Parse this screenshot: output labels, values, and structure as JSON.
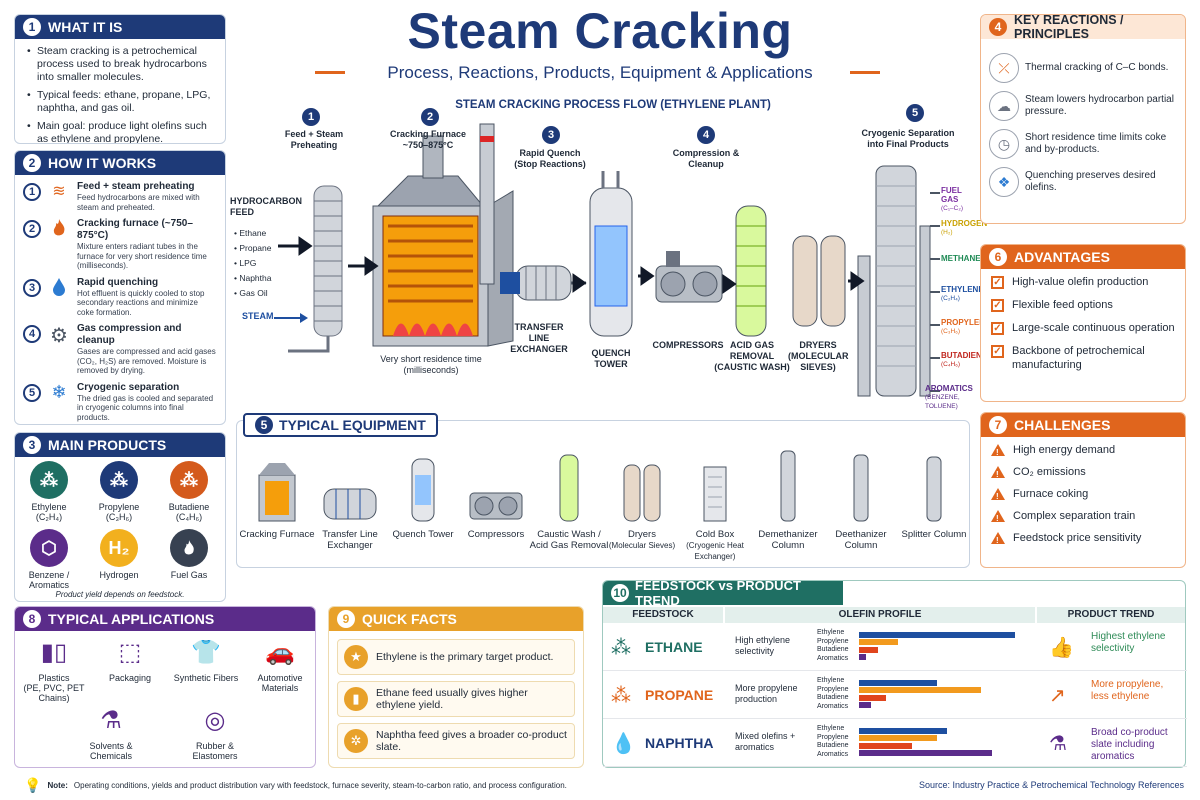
{
  "title": "Steam Cracking",
  "subtitle": "Process, Reactions, Products, Equipment & Applications",
  "colors": {
    "navy": "#1e3a78",
    "orange": "#e0651d",
    "purple": "#5b2c8a",
    "gold": "#e8a12a",
    "green": "#2e8b57"
  },
  "what": {
    "num": "1",
    "title": "WHAT IT IS",
    "bullets": [
      "Steam cracking is a petrochemical process used to break hydrocarbons into smaller molecules.",
      "Typical feeds: ethane, propane, LPG, naphtha, and gas oil.",
      "Main goal: produce light olefins such as ethylene and propylene."
    ]
  },
  "how": {
    "num": "2",
    "title": "HOW IT WORKS",
    "steps": [
      {
        "n": "1",
        "icon": "steam-icon",
        "title": "Feed + steam preheating",
        "text": "Feed hydrocarbons are mixed with steam and preheated."
      },
      {
        "n": "2",
        "icon": "flame-icon",
        "title": "Cracking furnace (~750–875°C)",
        "text": "Mixture enters radiant tubes in the furnace for very short residence time (milliseconds)."
      },
      {
        "n": "3",
        "icon": "droplet-icon",
        "title": "Rapid quenching",
        "text": "Hot effluent is quickly cooled to stop secondary reactions and minimize coke formation."
      },
      {
        "n": "4",
        "icon": "gear-icon",
        "title": "Gas compression and cleanup",
        "text": "Gases are compressed and acid gases (CO₂, H₂S) are removed. Moisture is removed by drying."
      },
      {
        "n": "5",
        "icon": "snowflake-icon",
        "title": "Cryogenic separation",
        "text": "The dried gas is cooled and separated in cryogenic columns into final products."
      }
    ]
  },
  "products": {
    "num": "3",
    "title": "MAIN PRODUCTS",
    "items": [
      {
        "label": "Ethylene",
        "formula": "(C₂H₄)",
        "color": "#1f6f63",
        "icon": "molecule-icon"
      },
      {
        "label": "Propylene",
        "formula": "(C₃H₆)",
        "color": "#1e3a78",
        "icon": "molecule-icon"
      },
      {
        "label": "Butadiene",
        "formula": "(C₄H₆)",
        "color": "#d45a1c",
        "icon": "molecule-icon"
      },
      {
        "label": "Benzene /",
        "formula": "Aromatics",
        "color": "#5b2c8a",
        "icon": "hexagon-icon"
      },
      {
        "label": "Hydrogen",
        "formula": "",
        "color": "#f2b01e",
        "glyph": "H₂",
        "icon": "h2-icon"
      },
      {
        "label": "Fuel Gas",
        "formula": "",
        "color": "#374151",
        "icon": "flame-icon"
      }
    ],
    "note": "Product yield depends on feedstock."
  },
  "flow": {
    "title": "STEAM CRACKING PROCESS FLOW (ETHYLENE PLANT)",
    "feed_title": "HYDROCARBON FEED",
    "feeds": [
      "• Ethane",
      "• Propane",
      "• LPG",
      "• Naphtha",
      "• Gas Oil"
    ],
    "steam": "STEAM",
    "s1": "Feed + Steam Preheating",
    "s2": "Cracking Furnace ~750–875°C",
    "s3": "Rapid Quench (Stop Reactions)",
    "s4": "Compression & Cleanup",
    "s5": "Cryogenic Separation into Final Products",
    "n1": "1",
    "n2": "2",
    "n3": "3",
    "n4": "4",
    "n5": "5",
    "residence": "Very short residence time (milliseconds)",
    "tle": "TRANSFER LINE EXCHANGER",
    "quench": "QUENCH TOWER",
    "comp": "COMPRESSORS",
    "acid": "ACID GAS REMOVAL (CAUSTIC WASH)",
    "dryers": "DRYERS (MOLECULAR SIEVES)",
    "outputs": [
      {
        "name": "FUEL GAS",
        "f": "(C₁–C₂)",
        "color": "#7a2ea0"
      },
      {
        "name": "HYDROGEN",
        "f": "(H₂)",
        "color": "#c9a100"
      },
      {
        "name": "METHANE",
        "f": "",
        "color": "#1f8a55"
      },
      {
        "name": "ETHYLENE",
        "f": "(C₂H₄)",
        "color": "#1e4fa0"
      },
      {
        "name": "PROPYLENE",
        "f": "(C₃H₆)",
        "color": "#e0651d"
      },
      {
        "name": "BUTADIENE",
        "f": "(C₄H₆)",
        "color": "#c0261e"
      },
      {
        "name": "AROMATICS",
        "f": "(BENZENE, TOLUENE)",
        "color": "#5b2c8a"
      }
    ]
  },
  "reactions": {
    "num": "4",
    "title": "KEY REACTIONS / PRINCIPLES",
    "items": [
      {
        "icon": "bond-break-icon",
        "text": "Thermal cracking of C–C bonds."
      },
      {
        "icon": "steam-cloud-icon",
        "text": "Steam lowers hydrocarbon partial pressure."
      },
      {
        "icon": "clock-icon",
        "text": "Short residence time limits coke and by-products."
      },
      {
        "icon": "quench-icon",
        "text": "Quenching preserves desired olefins."
      }
    ]
  },
  "advantages": {
    "num": "6",
    "title": "ADVANTAGES",
    "items": [
      "High-value olefin production",
      "Flexible feed options",
      "Large-scale continuous operation",
      "Backbone of petrochemical manufacturing"
    ]
  },
  "challenges": {
    "num": "7",
    "title": "CHALLENGES",
    "items": [
      "High energy demand",
      "CO₂ emissions",
      "Furnace coking",
      "Complex separation train",
      "Feedstock price sensitivity"
    ]
  },
  "equipment": {
    "num": "5",
    "title": "TYPICAL EQUIPMENT",
    "items": [
      {
        "name": "Cracking Furnace",
        "sub": ""
      },
      {
        "name": "Transfer Line Exchanger",
        "sub": ""
      },
      {
        "name": "Quench Tower",
        "sub": ""
      },
      {
        "name": "Compressors",
        "sub": ""
      },
      {
        "name": "Caustic Wash / Acid Gas Removal",
        "sub": ""
      },
      {
        "name": "Dryers",
        "sub": "(Molecular Sieves)"
      },
      {
        "name": "Cold Box",
        "sub": "(Cryogenic Heat Exchanger)"
      },
      {
        "name": "Demethanizer Column",
        "sub": ""
      },
      {
        "name": "Deethanizer Column",
        "sub": ""
      },
      {
        "name": "Splitter Column",
        "sub": ""
      }
    ]
  },
  "applications": {
    "num": "8",
    "title": "TYPICAL APPLICATIONS",
    "items": [
      {
        "name": "Plastics",
        "sub": "(PE, PVC, PET Chains)",
        "icon": "bottles-icon"
      },
      {
        "name": "Packaging",
        "sub": "",
        "icon": "box-icon"
      },
      {
        "name": "Synthetic Fibers",
        "sub": "",
        "icon": "shirt-icon"
      },
      {
        "name": "Automotive Materials",
        "sub": "",
        "icon": "car-icon"
      },
      {
        "name": "Solvents & Chemicals",
        "sub": "",
        "icon": "flask-icon"
      },
      {
        "name": "Rubber & Elastomers",
        "sub": "",
        "icon": "tire-icon"
      }
    ]
  },
  "quickfacts": {
    "num": "9",
    "title": "QUICK FACTS",
    "items": [
      {
        "icon": "star-icon",
        "text": "Ethylene is the primary target product."
      },
      {
        "icon": "bar-chart-icon",
        "text": "Ethane feed usually gives higher ethylene yield."
      },
      {
        "icon": "network-icon",
        "text": "Naphtha feed gives a broader co-product slate."
      }
    ]
  },
  "trend": {
    "num": "10",
    "title": "FEEDSTOCK vs PRODUCT TREND",
    "col1": "FEEDSTOCK",
    "col2": "OLEFIN PROFILE",
    "col3": "PRODUCT TREND",
    "bar_labels": [
      "Ethylene",
      "Propylene",
      "Butadiene",
      "Aromatics"
    ],
    "bar_colors": [
      "#1e4fa0",
      "#f29a1e",
      "#e0451d",
      "#5b2c8a"
    ],
    "rows": [
      {
        "feed": "ETHANE",
        "color": "#1f6f63",
        "desc": "High ethylene selectivity",
        "values": [
          0.92,
          0.23,
          0.11,
          0.04
        ],
        "trend": "Highest ethylene selectivity",
        "trend_color": "#2e8b57",
        "icon": "thumbs-up-icon"
      },
      {
        "feed": "PROPANE",
        "color": "#e0651d",
        "desc": "More propylene production",
        "values": [
          0.46,
          0.72,
          0.16,
          0.07
        ],
        "trend": "More propylene, less ethylene",
        "trend_color": "#e0651d",
        "icon": "trend-arrow-icon"
      },
      {
        "feed": "NAPHTHA",
        "color": "#1e3a78",
        "desc": "Mixed olefins + aromatics",
        "values": [
          0.52,
          0.46,
          0.31,
          0.78
        ],
        "trend": "Broad co-product slate including aromatics",
        "trend_color": "#5b2c8a",
        "icon": "flask-icon"
      }
    ]
  },
  "footer": {
    "note_label": "Note:",
    "note": "Operating conditions, yields and product distribution vary with feedstock, furnace severity, steam-to-carbon ratio, and process configuration.",
    "source": "Source: Industry Practice & Petrochemical Technology References"
  }
}
